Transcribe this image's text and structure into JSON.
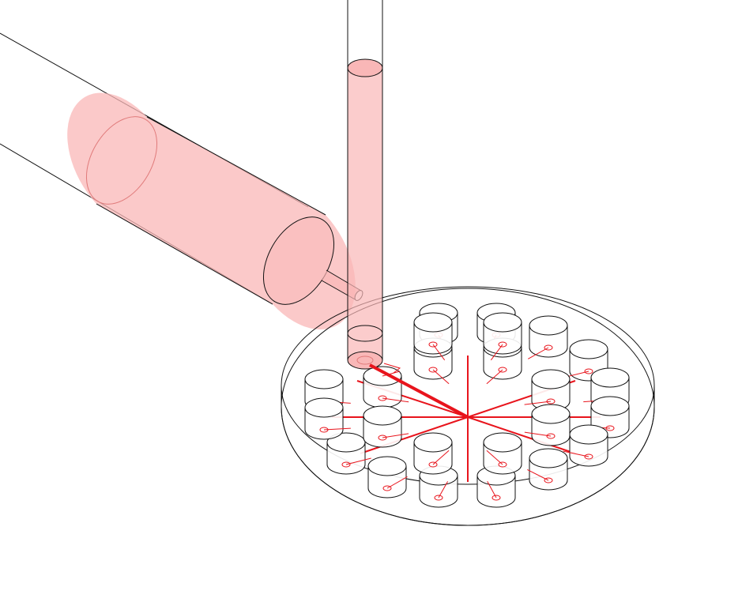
{
  "diagram": {
    "colors": {
      "line": "#111111",
      "faint_line": "#6a6a6a",
      "fluid_fill": "#f9b7b7",
      "fluid_edge": "#e07a7a",
      "channel": "#e8141c",
      "background": "#ffffff"
    },
    "components": [
      "syringe-barrel",
      "syringe-plunger-fluid",
      "syringe-nozzle",
      "vertical-dispensing-tube",
      "microfluidic-disc",
      "reservoir-wells",
      "radial-channels"
    ],
    "well_count": 24,
    "radial_channel_count": 8
  }
}
